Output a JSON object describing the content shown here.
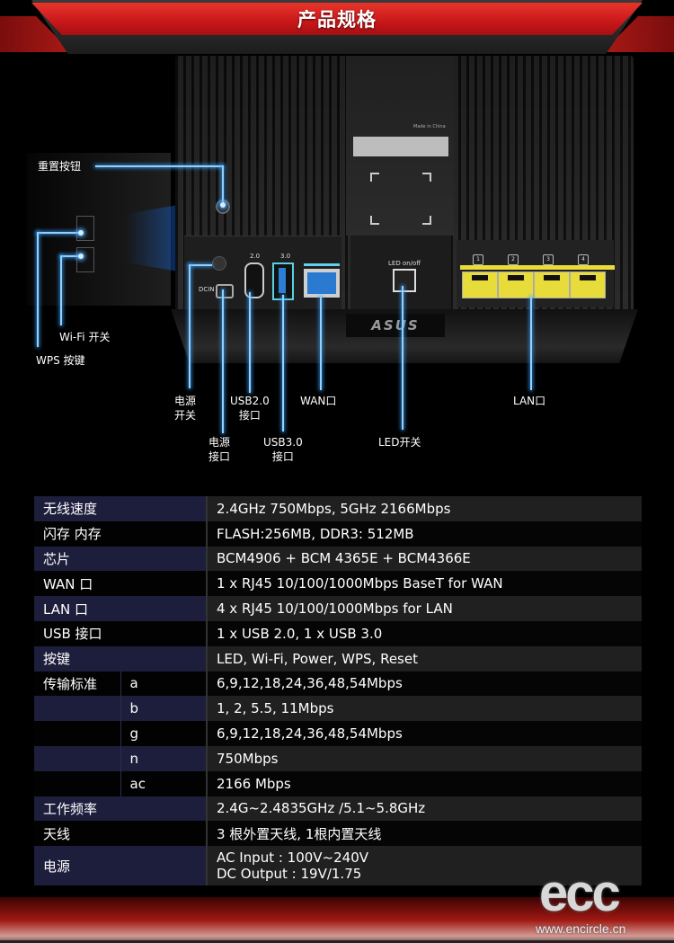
{
  "banner": {
    "title": "产品规格"
  },
  "router": {
    "brand": "ASUS",
    "port_labels": {
      "usb2": "2.0",
      "usb3": "3.0",
      "led": "LED on/off",
      "dcin": "DCIN"
    },
    "lan_numbers": [
      "1",
      "2",
      "3",
      "4"
    ],
    "label_text": "Made in China"
  },
  "callouts": {
    "reset": "重置按钮",
    "wifi": "Wi-Fi 开关",
    "wps": "WPS 按键",
    "power_switch": [
      "电源",
      "开关"
    ],
    "power_jack": [
      "电源",
      "接口"
    ],
    "usb2": [
      "USB2.0",
      "接口"
    ],
    "usb3": [
      "USB3.0",
      "接口"
    ],
    "wan": "WAN口",
    "led": "LED开关",
    "lan": "LAN口"
  },
  "specs": [
    {
      "label": "无线速度",
      "sub": "",
      "value": "2.4GHz 750Mbps,  5GHz  2166Mbps"
    },
    {
      "label": "闪存 内存",
      "sub": "",
      "value": "FLASH:256MB,  DDR3: 512MB"
    },
    {
      "label": "芯片",
      "sub": "",
      "value": "BCM4906 + BCM 4365E + BCM4366E"
    },
    {
      "label": "WAN 口",
      "sub": "",
      "value": "1 x RJ45 10/100/1000Mbps BaseT for WAN"
    },
    {
      "label": "LAN 口",
      "sub": "",
      "value": "4 x RJ45 10/100/1000Mbps for LAN"
    },
    {
      "label": "USB 接口",
      "sub": "",
      "value": "1 x USB 2.0, 1 x USB 3.0"
    },
    {
      "label": "按键",
      "sub": "",
      "value": "LED, Wi-Fi, Power, WPS, Reset"
    },
    {
      "label": "传输标准",
      "sub": "a",
      "value": "6,9,12,18,24,36,48,54Mbps"
    },
    {
      "label": "",
      "sub": "b",
      "value": "1, 2, 5.5, 11Mbps"
    },
    {
      "label": "",
      "sub": "g",
      "value": "6,9,12,18,24,36,48,54Mbps"
    },
    {
      "label": "",
      "sub": "n",
      "value": "750Mbps"
    },
    {
      "label": "",
      "sub": "ac",
      "value": "2166 Mbps"
    },
    {
      "label": "工作频率",
      "sub": "",
      "value": "2.4G~2.4835GHz /5.1~5.8GHz"
    },
    {
      "label": "天线",
      "sub": "",
      "value": "3 根外置天线, 1根内置天线"
    }
  ],
  "power": {
    "label": "电源",
    "lines": [
      "AC Input : 100V~240V",
      "DC Output : 19V/1.75"
    ]
  },
  "watermark": {
    "logo": "ecc",
    "url": "www.encircle.cn"
  },
  "colors": {
    "banner_red": "#d41f1c",
    "label_cell": "#1d1d3c",
    "value_cell": "#202020",
    "glow": "#8fd2ff",
    "lan_yellow": "#e8dc3a"
  }
}
